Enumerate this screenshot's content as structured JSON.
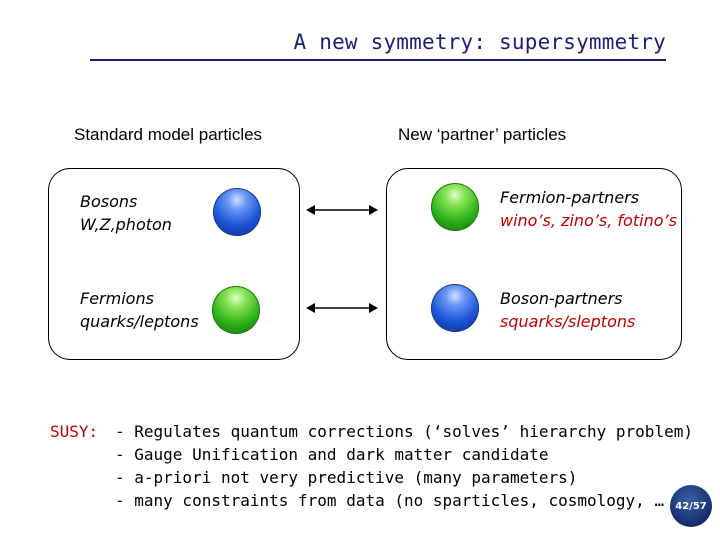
{
  "slide": {
    "title": "A new symmetry: supersymmetry",
    "left_header": "Standard model particles",
    "right_header": "New ‘partner’ particles"
  },
  "left": {
    "bosons": {
      "name": "Bosons",
      "examples": "W,Z,photon"
    },
    "fermions": {
      "name": "Fermions",
      "examples": "quarks/leptons"
    }
  },
  "right": {
    "fermion_partners": {
      "name": "Fermion-partners",
      "examples": "wino’s, zino’s, fotino’s"
    },
    "boson_partners": {
      "name": "Boson-partners",
      "examples": "squarks/sleptons"
    }
  },
  "susy": {
    "label": "SUSY:",
    "points": [
      "- Regulates quantum corrections (‘solves’ hierarchy problem)",
      "- Gauge Unification and dark matter candidate",
      "- a-priori not very predictive (many parameters)",
      "- many constraints from data (no sparticles, cosmology, … )"
    ]
  },
  "page_badge": "42/57",
  "colors": {
    "title": "#1a1f78",
    "accent_red": "#c00000",
    "sphere_blue": "#1c55d6",
    "sphere_green": "#2fb51a"
  }
}
